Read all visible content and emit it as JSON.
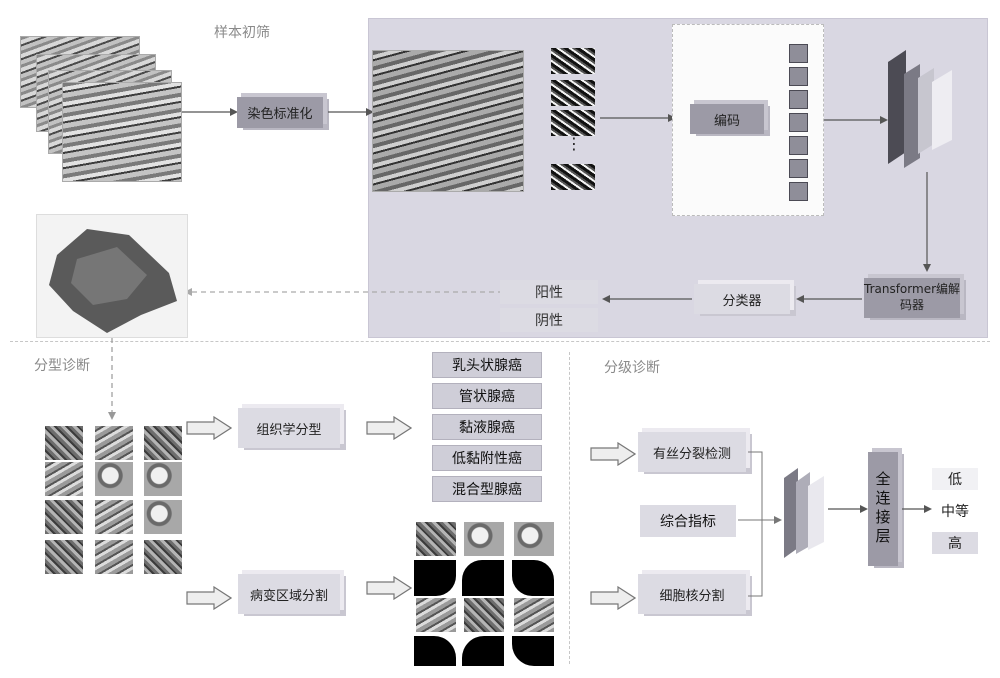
{
  "sections": {
    "screening": "样本初筛",
    "typing": "分型诊断",
    "grading": "分级诊断"
  },
  "pipeline": {
    "stain_norm": "染色标准化",
    "encode": "编码",
    "transformer": "Transformer编解码器",
    "classifier": "分类器",
    "positive": "阳性",
    "negative": "阴性",
    "ellipsis": "⋮"
  },
  "typing": {
    "histology": "组织学分型",
    "segmentation": "病变区域分割",
    "types": [
      "乳头状腺癌",
      "管状腺癌",
      "黏液腺癌",
      "低黏附性癌",
      "混合型腺癌"
    ]
  },
  "grading": {
    "mitosis": "有丝分裂检测",
    "combined": "综合指标",
    "nucleus": "细胞核分割",
    "fc_layer": "全连接层",
    "levels": [
      "低",
      "中等",
      "高"
    ]
  },
  "colors": {
    "panel": "#d9d7e2",
    "box": "#9c9aa6",
    "box_light": "#dcdbe3"
  }
}
